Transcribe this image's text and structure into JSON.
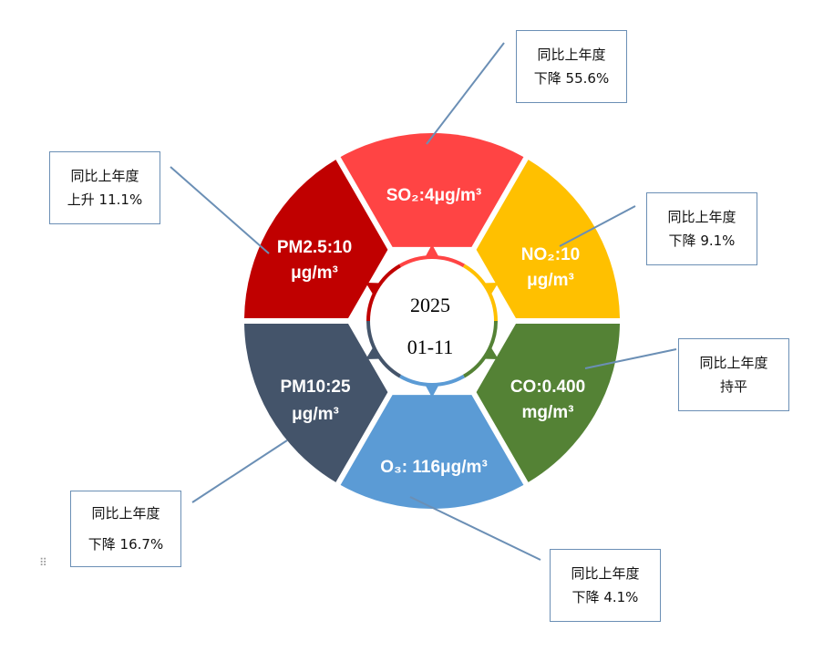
{
  "center": {
    "year": "2025",
    "date": "01-11"
  },
  "segments": [
    {
      "id": "so2",
      "label1": "SO₂:4μg/m³",
      "label2": "",
      "color": "#ff4444"
    },
    {
      "id": "no2",
      "label1": "NO₂:10",
      "label2": "μg/m³",
      "color": "#ffc000"
    },
    {
      "id": "co",
      "label1": "CO:0.400",
      "label2": "mg/m³",
      "color": "#548235"
    },
    {
      "id": "o3",
      "label1": "O₃: 116μg/m³",
      "label2": "",
      "color": "#5b9bd5"
    },
    {
      "id": "pm10",
      "label1": "PM10:25",
      "label2": "μg/m³",
      "color": "#44546a"
    },
    {
      "id": "pm25",
      "label1": "PM2.5:10",
      "label2": "μg/m³",
      "color": "#c00000"
    }
  ],
  "callouts": {
    "so2": {
      "line1": "同比上年度",
      "line2": "下降 55.6%"
    },
    "no2": {
      "line1": "同比上年度",
      "line2": "下降 9.1%"
    },
    "co": {
      "line1": "同比上年度",
      "line2": "持平"
    },
    "o3": {
      "line1": "同比上年度",
      "line2": "下降 4.1%"
    },
    "pm10": {
      "line1": "同比上年度",
      "line2": "下降 16.7%"
    },
    "pm25": {
      "line1": "同比上年度",
      "line2": "上升 11.1%"
    }
  },
  "handle_icon": "drag-handle-icon"
}
